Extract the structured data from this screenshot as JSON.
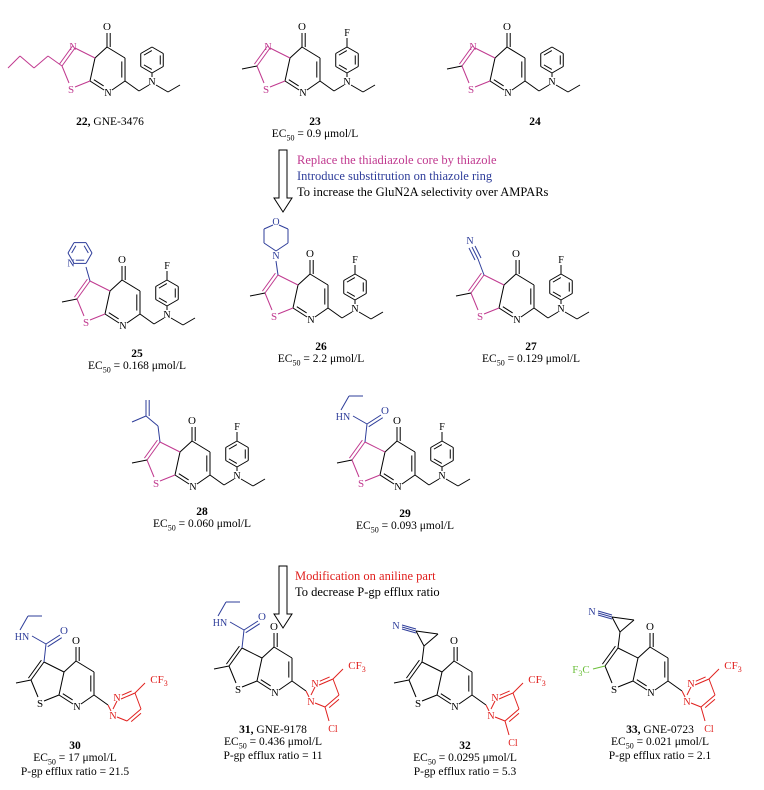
{
  "colors": {
    "magenta": "#c0398f",
    "blue": "#2e3d9a",
    "red": "#e0201e",
    "green": "#6bbf3a",
    "black": "#000000"
  },
  "arrow1": {
    "line1": "Replace the thiadiazole core by thiazole",
    "line2": "Introduce substitrution on thiazole ring",
    "line3": "To increase the GluN2A selectivity over AMPARs"
  },
  "arrow2": {
    "line1": "Modification on aniline part",
    "line2": "To decrease P-gp efflux ratio"
  },
  "compounds": [
    {
      "num": "22,",
      "name": "GNE-3476",
      "ec50": "",
      "pgp": ""
    },
    {
      "num": "23",
      "name": "",
      "ec50": "EC50 = 0.9 μmol/L",
      "pgp": ""
    },
    {
      "num": "24",
      "name": "",
      "ec50": "",
      "pgp": ""
    },
    {
      "num": "25",
      "name": "",
      "ec50": "EC50 = 0.168 μmol/L",
      "pgp": ""
    },
    {
      "num": "26",
      "name": "",
      "ec50": "EC50 = 2.2  μmol/L",
      "pgp": ""
    },
    {
      "num": "27",
      "name": "",
      "ec50": "EC50 = 0.129  μmol/L",
      "pgp": ""
    },
    {
      "num": "28",
      "name": "",
      "ec50": "EC50 = 0.060 μmol/L",
      "pgp": ""
    },
    {
      "num": "29",
      "name": "",
      "ec50": "EC50 = 0.093 μmol/L",
      "pgp": ""
    },
    {
      "num": "30",
      "name": "",
      "ec50": "EC50 = 17 μmol/L",
      "pgp": "P-gp efflux ratio = 21.5"
    },
    {
      "num": "31,",
      "name": "GNE-9178",
      "ec50": "EC50 = 0.436 μmol/L",
      "pgp": "P-gp efflux ratio = 11"
    },
    {
      "num": "32",
      "name": "",
      "ec50": "EC50 = 0.0295 μmol/L",
      "pgp": "P-gp efflux ratio = 5.3"
    },
    {
      "num": "33,",
      "name": "GNE-0723",
      "ec50": "EC50 = 0.021 μmol/L",
      "pgp": "P-gp efflux ratio = 2.1"
    }
  ],
  "atoms": {
    "O": "O",
    "N": "N",
    "S": "S",
    "F": "F",
    "Cl": "Cl",
    "CF3": "CF3",
    "F3C": "F3C",
    "HN": "HN"
  }
}
